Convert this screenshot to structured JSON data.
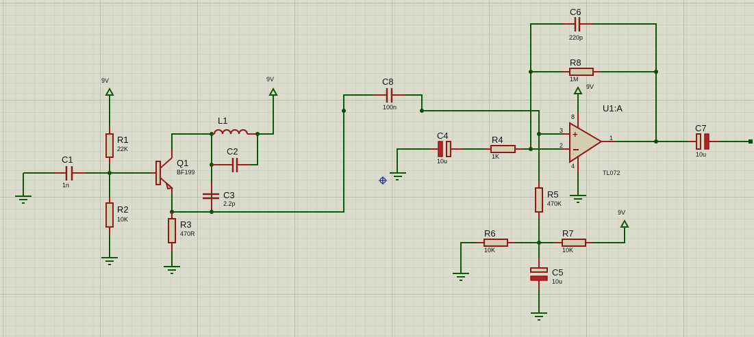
{
  "app": "Proteus ISIS schematic",
  "components": {
    "C1": {
      "ref": "C1",
      "value": "1n"
    },
    "R1": {
      "ref": "R1",
      "value": "22K"
    },
    "R2": {
      "ref": "R2",
      "value": "10K"
    },
    "Q1": {
      "ref": "Q1",
      "value": "BF199"
    },
    "R3": {
      "ref": "R3",
      "value": "470R"
    },
    "L1": {
      "ref": "L1"
    },
    "C2": {
      "ref": "C2"
    },
    "C3": {
      "ref": "C3",
      "value": "2.2p"
    },
    "C8": {
      "ref": "C8",
      "value": "100n"
    },
    "C4": {
      "ref": "C4",
      "value": "10u"
    },
    "R4": {
      "ref": "R4",
      "value": "1K"
    },
    "C6": {
      "ref": "C6",
      "value": "220p"
    },
    "R8": {
      "ref": "R8",
      "value": "1M"
    },
    "U1": {
      "ref": "U1:A",
      "value": "TL072",
      "pins": {
        "plus": "3",
        "minus": "2",
        "out": "1",
        "vpos": "8",
        "vneg": "4"
      }
    },
    "C7": {
      "ref": "C7",
      "value": "10u"
    },
    "R5": {
      "ref": "R5",
      "value": "470K"
    },
    "R6": {
      "ref": "R6",
      "value": "10K"
    },
    "R7": {
      "ref": "R7",
      "value": "10K"
    },
    "C5": {
      "ref": "C5",
      "value": "10u"
    }
  },
  "power": {
    "vcc_label": "9V"
  },
  "colors": {
    "background": "#dcdccc",
    "grid_minor": "#c8c8b8",
    "grid_major": "#b8b8a8",
    "wire": "#0b5a0b",
    "component": "#8b1a1a",
    "body_fill": "#d4ceb0"
  }
}
